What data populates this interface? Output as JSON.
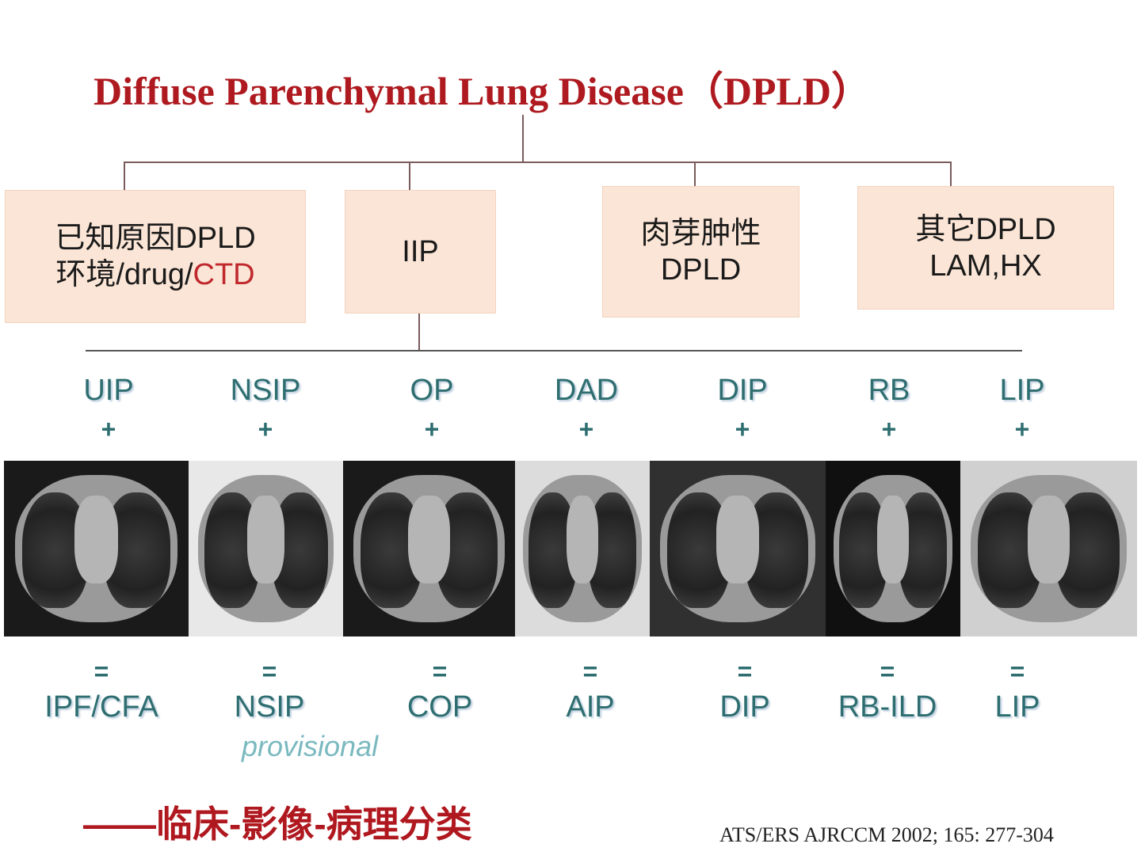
{
  "title": "Diffuse Parenchymal Lung Disease（DPLD）",
  "categories": [
    {
      "line1": "已知原因DPLD",
      "line2a": "环境/drug/",
      "line2b": "CTD"
    },
    {
      "line1": "IIP"
    },
    {
      "line1": "肉芽肿性",
      "line2a": "DPLD"
    },
    {
      "line1": "其它DPLD",
      "line2a": "LAM,HX"
    }
  ],
  "patterns": [
    "UIP",
    "NSIP",
    "OP",
    "DAD",
    "DIP",
    "RB",
    "LIP"
  ],
  "plus": "+",
  "equals": "=",
  "diagnoses": [
    "IPF/CFA",
    "NSIP",
    "COP",
    "AIP",
    "DIP",
    "RB-ILD",
    "LIP"
  ],
  "provisional": "provisional",
  "subtitle": "——临床-影像-病理分类",
  "reference": "ATS/ERS AJRCCM 2002; 165: 277-304",
  "colors": {
    "title": "#ae1a1f",
    "teal": "#2e6e70",
    "box": "#fbe5d6"
  }
}
